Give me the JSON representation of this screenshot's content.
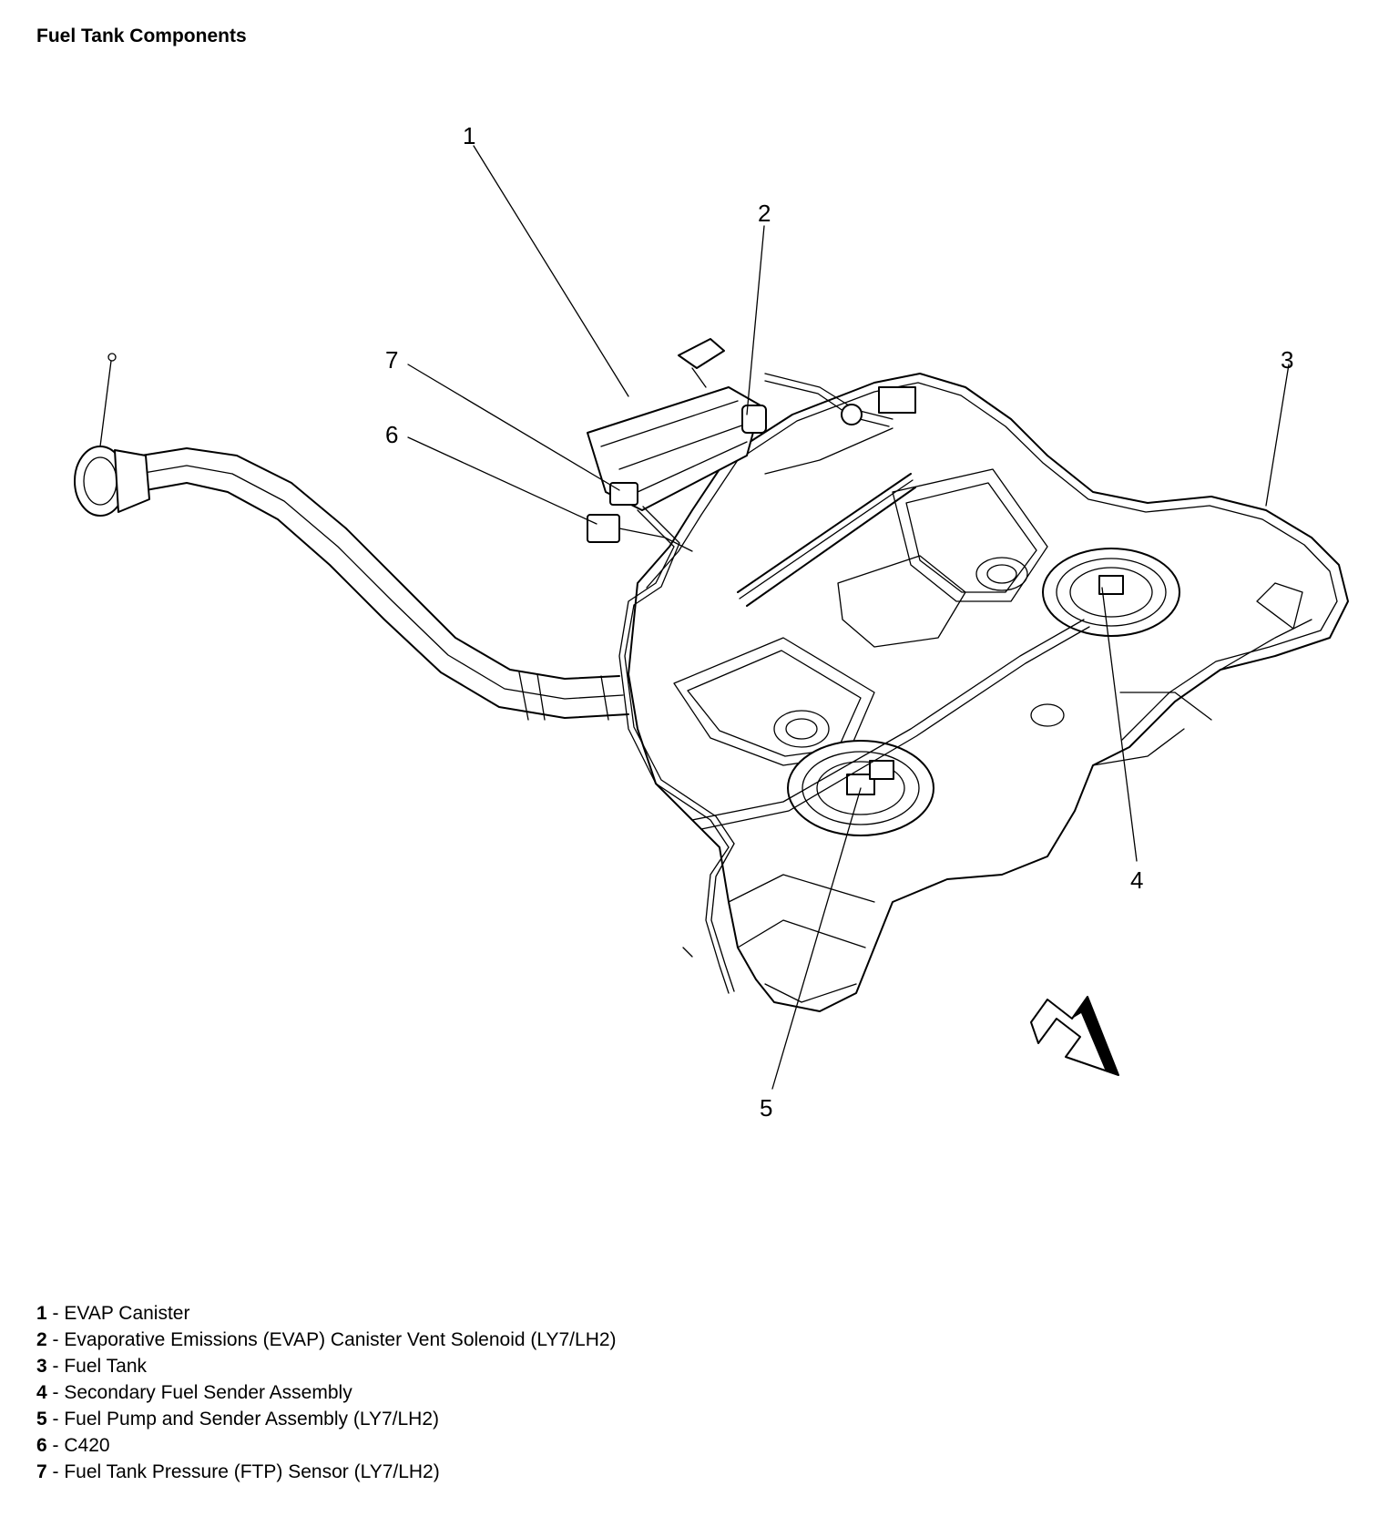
{
  "title": "Fuel Tank Components",
  "callouts": [
    "1",
    "2",
    "3",
    "4",
    "5",
    "6",
    "7"
  ],
  "legend": [
    {
      "num": "1",
      "label": "EVAP Canister"
    },
    {
      "num": "2",
      "label": "Evaporative Emissions (EVAP) Canister Vent Solenoid (LY7/LH2)"
    },
    {
      "num": "3",
      "label": "Fuel Tank"
    },
    {
      "num": "4",
      "label": "Secondary Fuel Sender Assembly"
    },
    {
      "num": "5",
      "label": "Fuel Pump and Sender Assembly (LY7/LH2)"
    },
    {
      "num": "6",
      "label": "C420"
    },
    {
      "num": "7",
      "label": "Fuel Tank Pressure (FTP) Sensor (LY7/LH2)"
    }
  ]
}
